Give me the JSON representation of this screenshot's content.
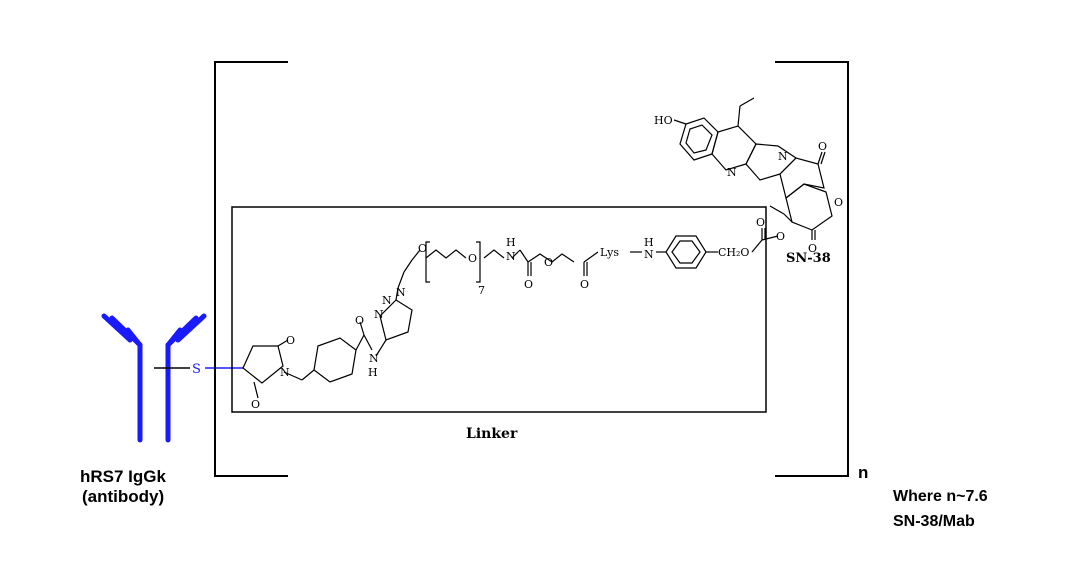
{
  "labels": {
    "antibody_line1": "hRS7 IgGk",
    "antibody_line2": "(antibody)",
    "thiol": "S",
    "linker": "Linker",
    "payload": "SN-38",
    "repeat_n": "n",
    "note_line1": "Where n~7.6",
    "note_line2": "SN-38/Mab"
  },
  "atoms": {
    "oxygen": "O",
    "nitrogen": "N",
    "hydrogen": "H",
    "hydroxyl": "HO",
    "peg_repeat": "7",
    "lysine": "Lys",
    "methylene_ester": "CH₂O"
  },
  "colors": {
    "antibody": "#1a1aff",
    "ink": "#000000",
    "background": "#ffffff"
  }
}
